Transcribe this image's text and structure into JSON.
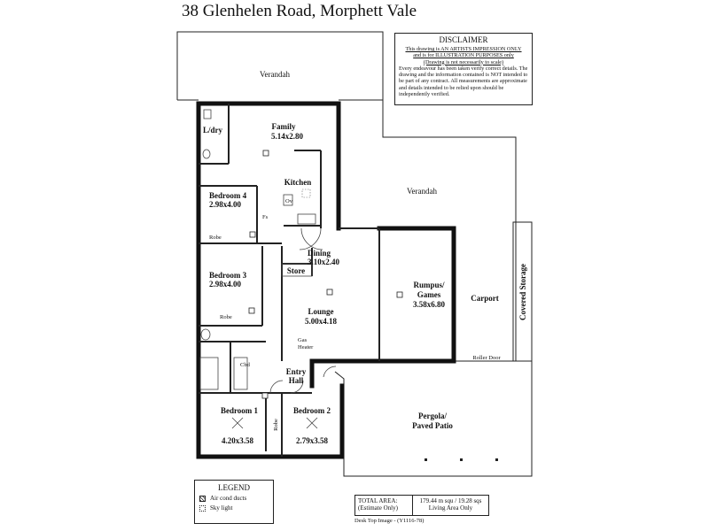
{
  "title": "38 Glenhelen Road, Morphett Vale",
  "rooms": {
    "verandah_top": "Verandah",
    "ldry": "L/dry",
    "family_name": "Family",
    "family_dim": "5.14x2.80",
    "kitchen": "Kitchen",
    "bed4_name": "Bedroom 4",
    "bed4_dim": "2.98x4.00",
    "robe4": "Robe",
    "bed3_name": "Bedroom 3",
    "bed3_dim": "2.98x4.00",
    "robe3": "Robe",
    "store": "Store",
    "dining_name": "Dining",
    "dining_dim": "3.10x2.40",
    "lounge_name": "Lounge",
    "lounge_dim": "5.00x4.18",
    "gas_heater_1": "Gas",
    "gas_heater_2": "Heater",
    "rumpus_name_1": "Rumpus/",
    "rumpus_name_2": "Games",
    "rumpus_dim": "3.58x6.80",
    "verandah_right": "Verandah",
    "carport": "Carport",
    "covered_storage": "Covered Storage",
    "roller_door": "Roller Door",
    "entry_1": "Entry",
    "entry_2": "Hall",
    "cbd": "Cbd",
    "bed1_name": "Bedroom 1",
    "bed1_dim": "4.20x3.58",
    "robe1": "Robe",
    "bed2_name": "Bedroom 2",
    "bed2_dim": "2.79x3.58",
    "pergola_1": "Pergola/",
    "pergola_2": "Paved Patio",
    "ov": "Ov",
    "fs": "Fs"
  },
  "disclaimer": {
    "heading": "DISCLAIMER",
    "line1": "This drawing is AN ARTISTS IMPRESSION ONLY",
    "line2": "and is for ILLUSTRATION PURPOSES only",
    "line3": "(Drawing is not necessarily to scale)",
    "body": "Every endeavour has been taken verify correct details. The drawing and the information contained is NOT intended to be part of any contract. All measurements are approximate and details intended to be relied upon should be independently verified."
  },
  "legend": {
    "heading": "LEGEND",
    "duct_label": "Air cond ducts",
    "sky_label": "Sky light"
  },
  "area": {
    "label_1": "TOTAL AREA:",
    "label_2": "(Estimate Only)",
    "value_1": "179.44 m squ / 19.28 sqs",
    "value_2": "Living Area Only"
  },
  "footer": "Desk Top Image - (Y1116-78)"
}
